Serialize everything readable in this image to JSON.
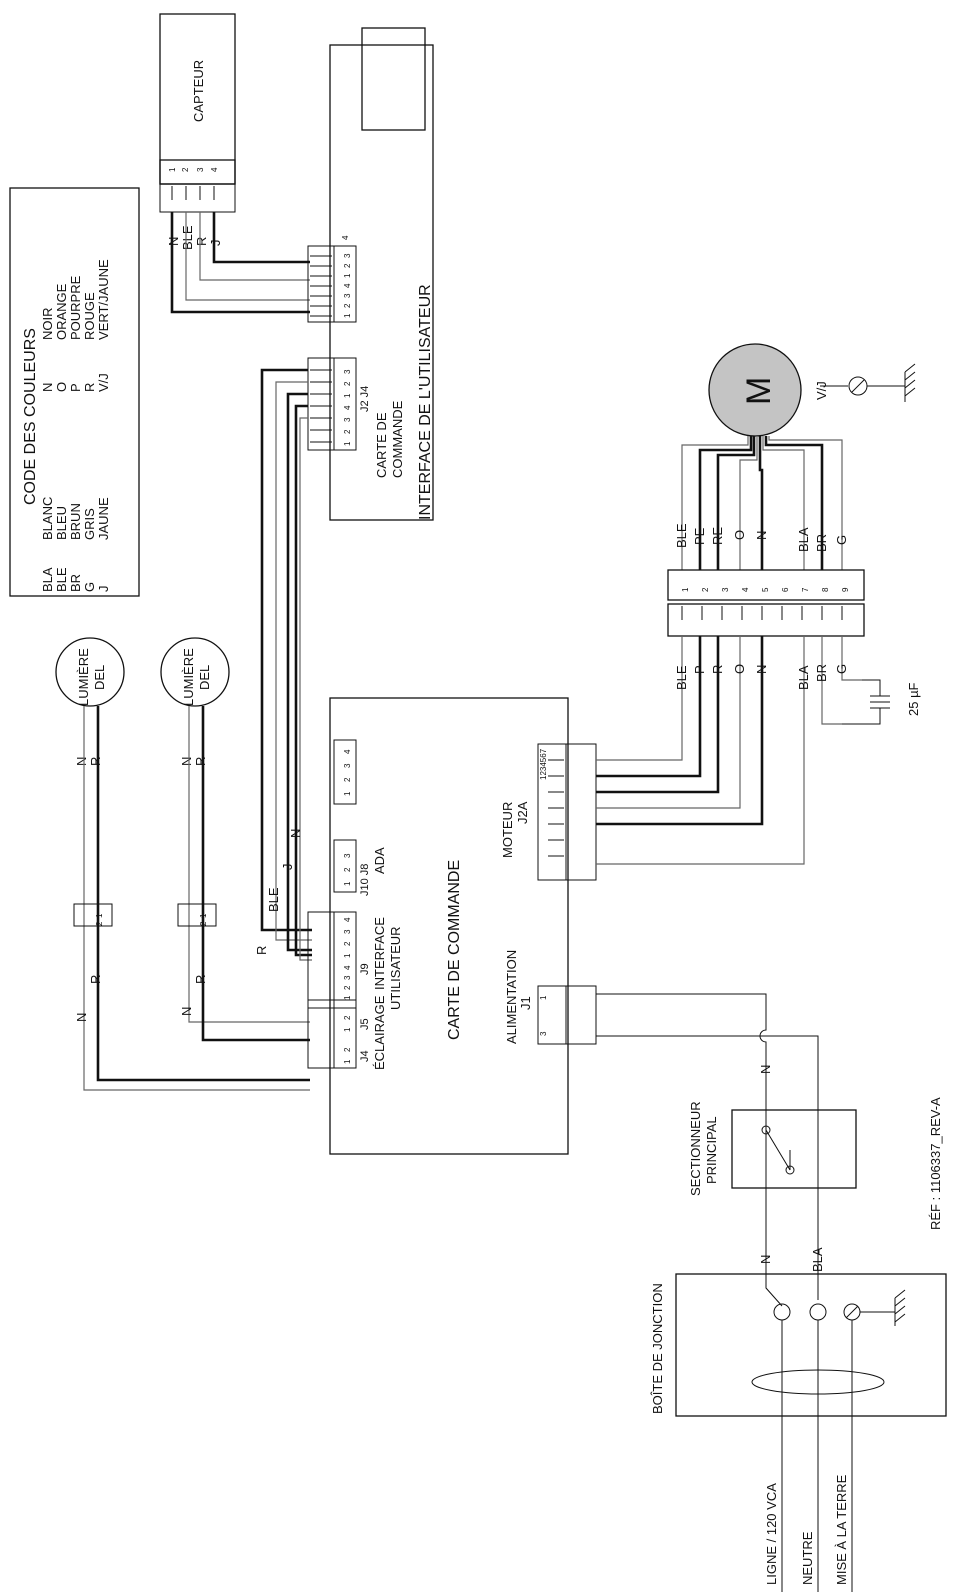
{
  "legend": {
    "title": "CODE DES COULEURS",
    "col1_codes": [
      "BLA",
      "BLE",
      "BR",
      "G",
      "J"
    ],
    "col1_names": [
      "BLANC",
      "BLEU",
      "BRUN",
      "GRIS",
      "JAUNE"
    ],
    "col2_codes": [
      "N",
      "O",
      "P",
      "R",
      "V/J"
    ],
    "col2_names": [
      "NOIR",
      "ORANGE",
      "POURPRE",
      "ROUGE",
      "VERT/JAUNE"
    ]
  },
  "capteur": {
    "label": "CAPTEUR",
    "pins": [
      "1",
      "2",
      "3",
      "4"
    ],
    "wires": [
      "N",
      "BLE",
      "R",
      "J"
    ]
  },
  "interface_board": {
    "title": "INTERFACE DE L'UTILISATEUR",
    "sub1": "CARTE DE",
    "sub2": "COMMANDE",
    "connector_label": "J2 J4",
    "sensor_pins": [
      "1",
      "2",
      "3",
      "4",
      "1",
      "2",
      "3"
    ],
    "extra_pin": "4",
    "j2_pins": [
      "1",
      "2",
      "3",
      "4",
      "1",
      "2",
      "3"
    ]
  },
  "leds": [
    {
      "l1": "LUMIÈRE",
      "l2": "DEL",
      "wires": [
        "N",
        "R"
      ],
      "pins": [
        "1",
        "2"
      ]
    },
    {
      "l1": "LUMIÈRE",
      "l2": "DEL",
      "wires": [
        "N",
        "R"
      ],
      "pins": [
        "1",
        "2"
      ]
    }
  ],
  "main_board": {
    "title": "CARTE DE COMMANDE",
    "motor_label": "MOTEUR",
    "motor_conn": "J2A",
    "motor_pins": "1234567",
    "power_label": "ALIMENTATION",
    "power_conn": "J1",
    "power_pins": [
      "1",
      "3"
    ],
    "lighting_label": "ÉCLAIRAGE",
    "lighting_conns": [
      "J4",
      "J5"
    ],
    "lighting_pins": [
      "1",
      "2",
      "1",
      "2"
    ],
    "ui_label1": "INTERFACE",
    "ui_label2": "UTILISATEUR",
    "ui_conn": "J9",
    "ui_pins": [
      "1",
      "2",
      "3",
      "4",
      "1",
      "2",
      "3",
      "4"
    ],
    "ada_label": "ADA",
    "ada_conn": "J10 J8",
    "ada_pins": [
      "1",
      "2",
      "3"
    ],
    "aux_pins": [
      "1",
      "2",
      "3",
      "4"
    ],
    "ui_wires": [
      "R",
      "BLE",
      "J",
      "N"
    ]
  },
  "motor": {
    "symbol": "M",
    "ground_label": "V/J",
    "plug_pins": [
      "1",
      "2",
      "3",
      "4",
      "5",
      "6",
      "7",
      "8",
      "9"
    ],
    "motor_side_wires": [
      "BLE",
      "PE",
      "RE",
      "O",
      "N",
      "BLA",
      "BR",
      "G"
    ],
    "board_side_wires": [
      "BLE",
      "P",
      "R",
      "O",
      "N",
      "BLA",
      "BR",
      "G"
    ],
    "capacitor": "25 µF"
  },
  "supply": {
    "switch_l1": "SECTIONNEUR",
    "switch_l2": "PRINCIPAL",
    "n_label": "N",
    "bla_label": "BLA",
    "box_label": "BOÎTE DE JONCTION",
    "line": "LIGNE / 120 VCA",
    "neutral": "NEUTRE",
    "earth": "MISE À LA TERRE"
  },
  "reference": "RÉF : 1106337_REV-A"
}
